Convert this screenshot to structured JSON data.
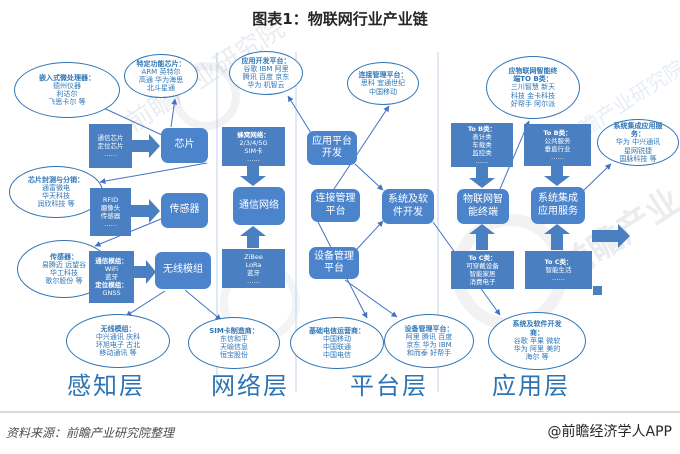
{
  "title": "图表1：物联网行业产业链",
  "layers": [
    "感知层",
    "网络层",
    "平台层",
    "应用层"
  ],
  "ellipses": {
    "e1": {
      "lines": [
        "嵌入式微处理器：",
        "德州仪器",
        "利达尔",
        "飞思卡尔 等"
      ]
    },
    "e2": {
      "lines": [
        "特定功能芯片：",
        "ARM 英特尔",
        "高通 华为海思",
        "北斗星通"
      ]
    },
    "e3": {
      "lines": [
        "应用开发平台：",
        "谷歌 IBM 阿里",
        "腾讯 百度 京东",
        "华为 机智云"
      ]
    },
    "e4": {
      "lines": [
        "连接管理平台：",
        "思科 宜通世纪",
        "中国移动"
      ]
    },
    "e5": {
      "lines": [
        "应物联网智能终",
        "端TO B类：",
        "三川智慧 新天",
        "科技 金卡科技",
        "好帮手 阿尔派"
      ]
    },
    "e6": {
      "lines": [
        "系统集成应用服",
        "务：",
        "华为 中兴通讯",
        "星网锐捷",
        "国脉科技 等"
      ]
    },
    "e7": {
      "lines": [
        "芯片封测与分销：",
        "通富微电",
        "华天科技",
        "润欣科技 等"
      ]
    },
    "e8": {
      "lines": [
        "传感器：",
        "易腾迈 远望谷",
        "华工科技",
        "歌尔股份 等"
      ]
    },
    "e9": {
      "lines": [
        "无线模组：",
        "中兴通讯 庆科",
        "环旭电子 古北",
        "移动通讯 等"
      ]
    },
    "e10": {
      "lines": [
        "SIM卡制造商：",
        "东信和平",
        "天喻信息",
        "恒宝股份"
      ]
    },
    "e11": {
      "lines": [
        "基础电信运营商：",
        "中国移动",
        "中国联通",
        "中国电信"
      ]
    },
    "e12": {
      "lines": [
        "设备管理平台：",
        "阿里 腾讯 百度",
        "京东 华为 IBM",
        "和而泰 好帮手"
      ]
    },
    "e13": {
      "lines": [
        "系统及软件开发",
        "商：",
        "谷歌 苹果 微软",
        "华为 阿里 美的",
        "海尔 等"
      ]
    }
  },
  "boxes": {
    "b1": {
      "lines": [
        "通信芯片",
        "定位芯片",
        "……"
      ]
    },
    "b2": {
      "lines": [
        "RFID",
        "摄像头",
        "传感器",
        "……"
      ]
    },
    "b3": {
      "lines": [
        "通信模组：",
        "WiFi",
        "蓝牙",
        "定位模组：",
        "GNSS"
      ]
    },
    "b4": {
      "lines": [
        "蜂窝网络：",
        "2/3/4/5G",
        "SIM卡",
        "……"
      ]
    },
    "b5": {
      "lines": [
        "ZiBee",
        "LoRa",
        "蓝牙",
        "……"
      ]
    },
    "b6": {
      "lines": [
        "To B类：",
        "表计类",
        "车载类",
        "监控类",
        "……"
      ]
    },
    "b7": {
      "lines": [
        "To B类：",
        "公共服务",
        "垂直行业",
        "……"
      ]
    },
    "b8": {
      "lines": [
        "To C类：",
        "可穿戴设备",
        "智能家居",
        "消费电子"
      ]
    },
    "b9": {
      "lines": [
        "To C类：",
        "智能生活",
        "……"
      ]
    }
  },
  "nodes": {
    "r1": {
      "lines": [
        "芯片"
      ]
    },
    "r2": {
      "lines": [
        "传感器"
      ]
    },
    "r3": {
      "lines": [
        "无线模组"
      ]
    },
    "r4": {
      "lines": [
        "通信网络"
      ]
    },
    "r5": {
      "lines": [
        "应用平台",
        "开发"
      ]
    },
    "r6": {
      "lines": [
        "连接管理",
        "平台"
      ]
    },
    "r7": {
      "lines": [
        "设备管理",
        "平台"
      ]
    },
    "r8": {
      "lines": [
        "系统及软",
        "件开发"
      ]
    },
    "r9": {
      "lines": [
        "物联网智",
        "能终端"
      ]
    },
    "r10": {
      "lines": [
        "系统集成",
        "应用服务"
      ]
    }
  },
  "footer": {
    "source": "资料来源：前瞻产业研究院整理",
    "credit": "@前瞻经济学人APP"
  },
  "watermark": {
    "text": "前瞻产业研究院",
    "brand": "前瞻产业"
  },
  "colors": {
    "box_blue": "#4A7FC1",
    "node_blue": "#4C84CC",
    "ellipse_blue": "#2E75B6",
    "layer_label_blue": "#2E74B5",
    "connector_blue": "#4472C4"
  }
}
